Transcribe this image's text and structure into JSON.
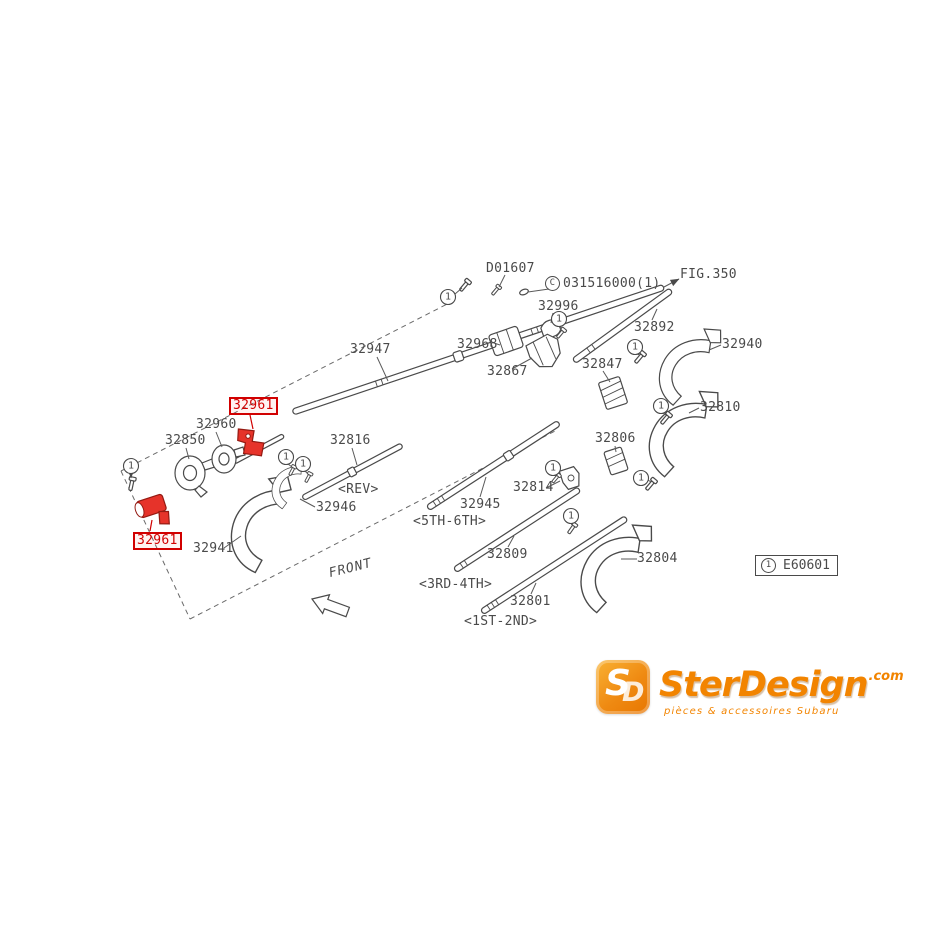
{
  "diagram": {
    "callout_symbol": "1",
    "circle_c_symbol": "C",
    "colors": {
      "highlight_red": "#d10000",
      "line_gray": "#4a4a4a",
      "brand_orange": "#f28400"
    },
    "labels": {
      "d01607": "D01607",
      "c_number": "031516000(1)",
      "fig_ref": "FIG.350",
      "p32996": "32996",
      "p32892": "32892",
      "p32947": "32947",
      "p32968": "32968",
      "p32940": "32940",
      "p32867": "32867",
      "p32847": "32847",
      "p32810": "32810",
      "p32961_top": "32961",
      "p32960": "32960",
      "p32850": "32850",
      "p32816": "32816",
      "p32806": "32806",
      "p32814": "32814",
      "rev": "<REV>",
      "p32945": "32945",
      "p32946": "32946",
      "gear_5_6": "<5TH-6TH>",
      "p32961_bottom": "32961",
      "p32941": "32941",
      "p32809": "32809",
      "p32804": "32804",
      "front": "FRONT",
      "gear_3_4": "<3RD-4TH>",
      "p32801": "32801",
      "gear_1_2": "<1ST-2ND>",
      "legend_code": "E60601"
    }
  },
  "logo": {
    "monogram_primary": "S",
    "monogram_secondary": "D",
    "brand": "SterDesign",
    "tld": ".com",
    "tagline": "pièces & accessoires Subaru"
  }
}
